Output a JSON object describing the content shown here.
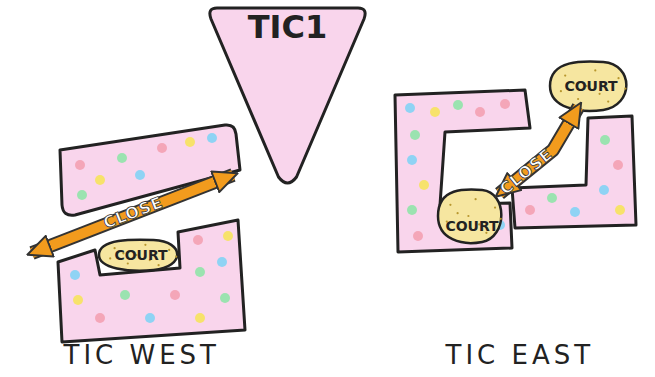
{
  "diagram": {
    "nodes": [
      {
        "text": [
          "TIC1"
        ]
      },
      {
        "text": [
          "COURT"
        ]
      },
      {
        "text": [
          "COURT"
        ]
      },
      {
        "text": [
          "COURT"
        ]
      }
    ],
    "edges": [
      {
        "from": 3,
        "to": 2,
        "arrow": "both",
        "label": "CLOSE"
      }
    ],
    "labels": [
      "CLOSE",
      "TIC WEST",
      "TIC EAST"
    ]
  }
}
